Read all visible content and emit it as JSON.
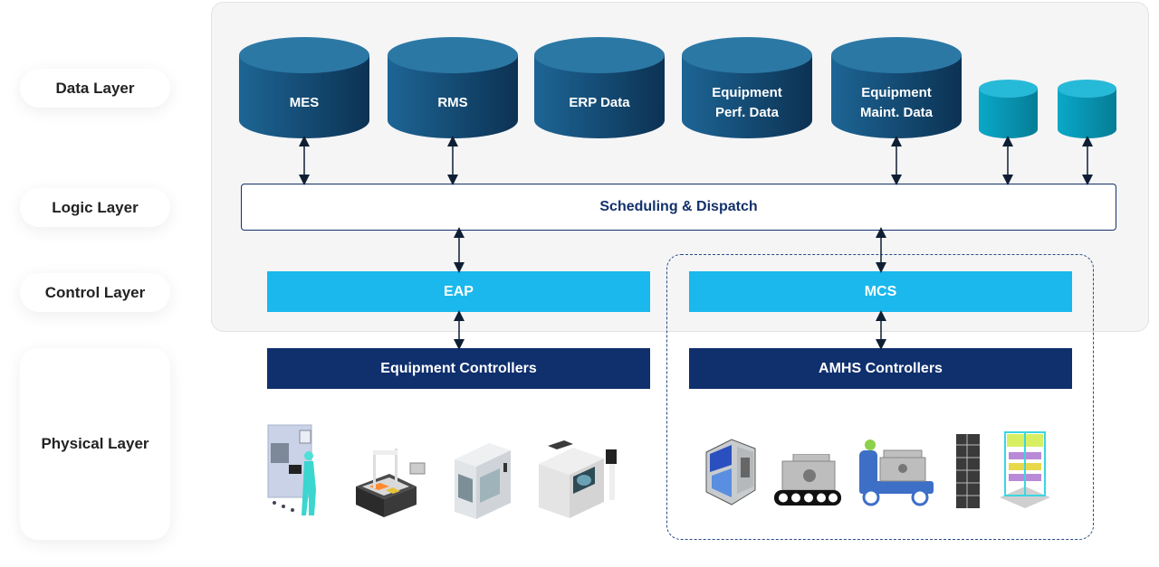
{
  "layers": [
    {
      "id": "data",
      "label": "Data Layer"
    },
    {
      "id": "logic",
      "label": "Logic Layer"
    },
    {
      "id": "control",
      "label": "Control Layer"
    },
    {
      "id": "physical",
      "label": "Physical Layer"
    }
  ],
  "databases": [
    {
      "label_line1": "MES",
      "label_line2": "",
      "color": "dark-blue",
      "connected": true
    },
    {
      "label_line1": "RMS",
      "label_line2": "",
      "color": "dark-blue",
      "connected": true
    },
    {
      "label_line1": "ERP Data",
      "label_line2": "",
      "color": "dark-blue",
      "connected": false
    },
    {
      "label_line1": "Equipment",
      "label_line2": "Perf. Data",
      "color": "dark-blue",
      "connected": false
    },
    {
      "label_line1": "Equipment",
      "label_line2": "Maint. Data",
      "color": "dark-blue",
      "connected": true
    },
    {
      "label_line1": "",
      "label_line2": "",
      "color": "cyan",
      "connected": true
    },
    {
      "label_line1": "",
      "label_line2": "",
      "color": "cyan",
      "connected": true
    }
  ],
  "logic": {
    "label": "Scheduling & Dispatch"
  },
  "control": {
    "eap": "EAP",
    "mcs": "MCS"
  },
  "physical": {
    "equipment_controllers": "Equipment Controllers",
    "amhs_controllers": "AMHS Controllers"
  },
  "equipment_icons": [
    "cleanroom-workstation-icon",
    "inspection-machine-icon",
    "process-chamber-icon",
    "lithography-machine-icon"
  ],
  "amhs_icons": [
    "oht-vehicle-icon",
    "conveyor-icon",
    "agv-icon",
    "stocker-tower-icon",
    "storage-rack-icon"
  ],
  "colors": {
    "dark_navy": "#0f2f6d",
    "cyan_bar": "#1ab8ec",
    "db_dark": "#1c5f8f",
    "db_cyan": "#0aa6c8"
  }
}
